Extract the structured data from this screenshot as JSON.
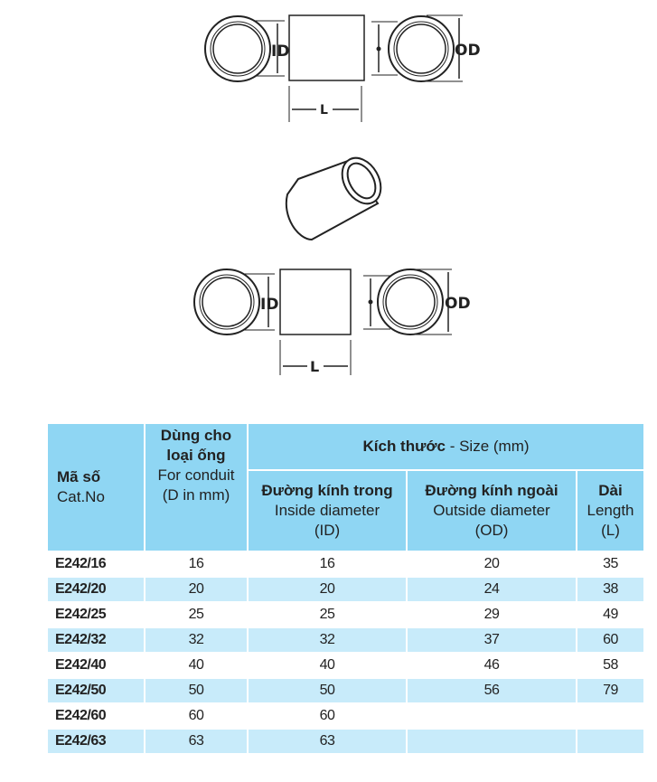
{
  "diagram": {
    "id_label": "ID",
    "od_label": "OD",
    "length_label": "L"
  },
  "table": {
    "h_code_vi": "Mã số",
    "h_code_en": "Cat.No",
    "h_for_vi": "Dùng cho loại ống",
    "h_for_en1": "For conduit",
    "h_for_en2": "(D in mm)",
    "h_size_vi": "Kích thước",
    "h_size_en": "- Size (mm)",
    "h_id_vi": "Đường kính trong",
    "h_id_en1": "Inside diameter",
    "h_id_en2": "(ID)",
    "h_od_vi": "Đường kính ngoài",
    "h_od_en1": "Outside diameter",
    "h_od_en2": "(OD)",
    "h_l_vi": "Dài",
    "h_l_en1": "Length",
    "h_l_en2": "(L)",
    "rows": [
      [
        "E242/16",
        "16",
        "16",
        "20",
        "35"
      ],
      [
        "E242/20",
        "20",
        "20",
        "24",
        "38"
      ],
      [
        "E242/25",
        "25",
        "25",
        "29",
        "49"
      ],
      [
        "E242/32",
        "32",
        "32",
        "37",
        "60"
      ],
      [
        "E242/40",
        "40",
        "40",
        "46",
        "58"
      ],
      [
        "E242/50",
        "50",
        "50",
        "56",
        "79"
      ],
      [
        "E242/60",
        "60",
        "60",
        "",
        ""
      ],
      [
        "E242/63",
        "63",
        "63",
        "",
        ""
      ]
    ]
  }
}
